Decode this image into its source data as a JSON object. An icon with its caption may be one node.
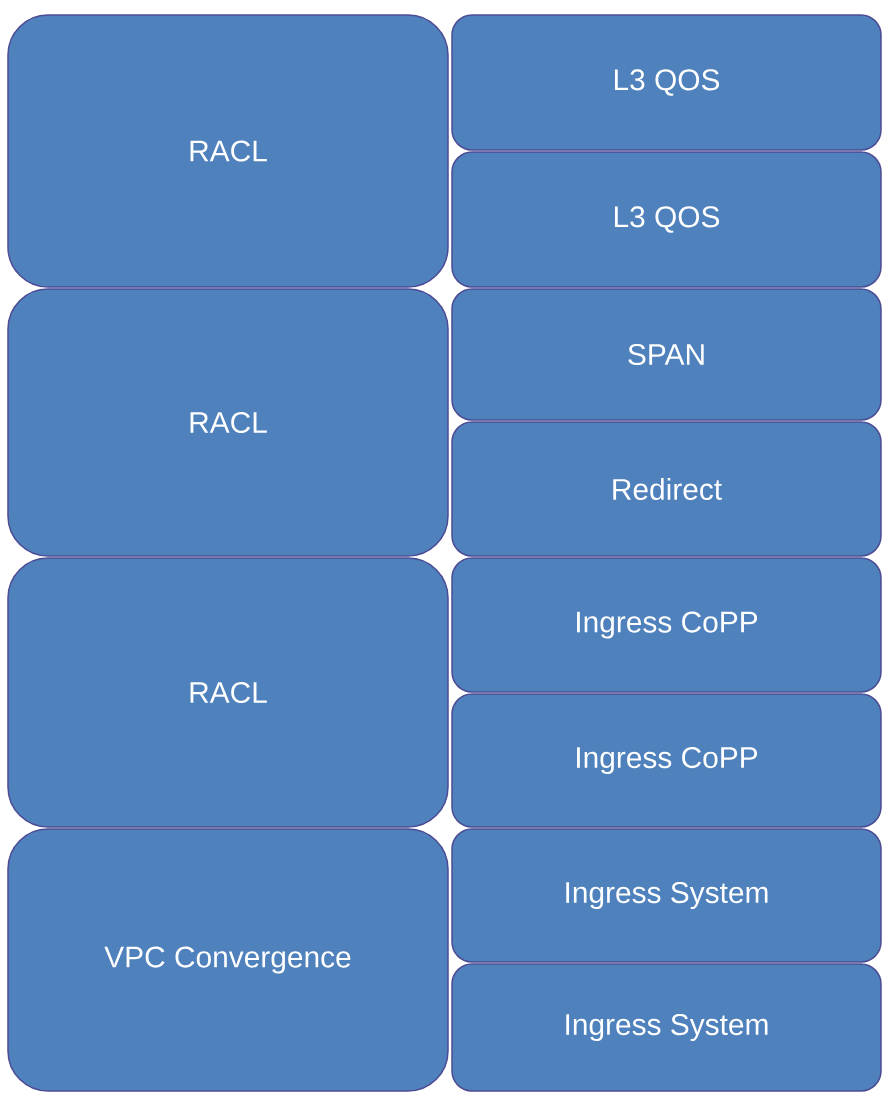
{
  "diagram": {
    "nodes": [
      {
        "text": [
          "RACL"
        ]
      },
      {
        "text": [
          "L3 QOS"
        ]
      },
      {
        "text": [
          "L3 QOS"
        ]
      },
      {
        "text": [
          "RACL"
        ]
      },
      {
        "text": [
          "SPAN"
        ]
      },
      {
        "text": [
          "Redirect"
        ]
      },
      {
        "text": [
          "RACL"
        ]
      },
      {
        "text": [
          "Ingress CoPP"
        ]
      },
      {
        "text": [
          "Ingress CoPP"
        ]
      },
      {
        "text": [
          "VPC Convergence"
        ]
      },
      {
        "text": [
          "Ingress System"
        ]
      },
      {
        "text": [
          "Ingress System"
        ]
      }
    ]
  }
}
